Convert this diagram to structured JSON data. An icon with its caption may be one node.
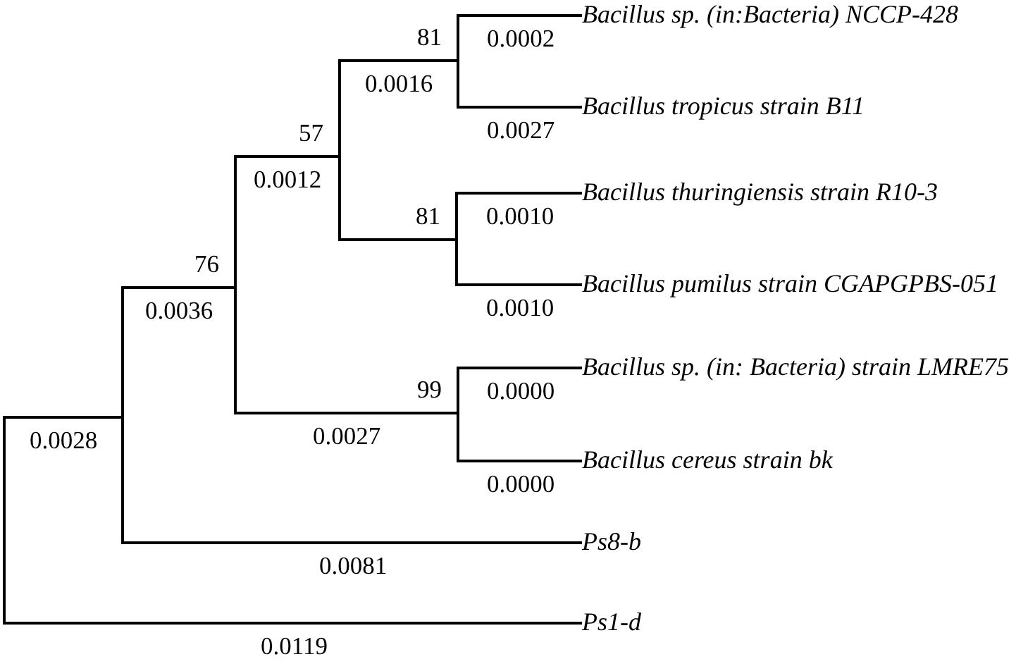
{
  "diagram": {
    "nodes": [
      {
        "text": [],
        "shape": "bar"
      },
      {
        "text": [],
        "shape": "bar"
      },
      {
        "text": [],
        "shape": "bar",
        "beside": [
          "76"
        ]
      },
      {
        "text": [],
        "shape": "bar",
        "beside": [
          "57"
        ]
      },
      {
        "text": [],
        "shape": "bar",
        "beside": [
          "81"
        ]
      },
      {
        "text": [
          "Bacillus sp. (in:Bacteria) NCCP-428"
        ]
      },
      {
        "text": [
          "Bacillus tropicus strain B11"
        ]
      },
      {
        "text": [],
        "shape": "bar",
        "beside": [
          "81"
        ]
      },
      {
        "text": [
          "Bacillus thuringiensis strain R10-3"
        ]
      },
      {
        "text": [
          "Bacillus pumilus strain CGAPGPBS-051"
        ]
      },
      {
        "text": [],
        "shape": "bar",
        "beside": [
          "99"
        ]
      },
      {
        "text": [
          "Bacillus sp. (in: Bacteria) strain LMRE75"
        ]
      },
      {
        "text": [
          "Bacillus cereus strain bk"
        ]
      },
      {
        "text": [
          "Ps8-b"
        ]
      },
      {
        "text": [
          "Ps1-d"
        ]
      }
    ],
    "edges": [
      {
        "from": 0,
        "to": 1,
        "arrow": "none",
        "label": "0.0028"
      },
      {
        "from": 1,
        "to": 2,
        "arrow": "none",
        "label": "0.0036"
      },
      {
        "from": 2,
        "to": 3,
        "arrow": "none",
        "label": "0.0012"
      },
      {
        "from": 3,
        "to": 4,
        "arrow": "none",
        "label": "0.0016"
      },
      {
        "from": 4,
        "to": 5,
        "arrow": "none",
        "label": "0.0002"
      },
      {
        "from": 4,
        "to": 6,
        "arrow": "none",
        "label": "0.0027"
      },
      {
        "from": 3,
        "to": 7,
        "arrow": "none"
      },
      {
        "from": 7,
        "to": 8,
        "arrow": "none",
        "label": "0.0010"
      },
      {
        "from": 7,
        "to": 9,
        "arrow": "none",
        "label": "0.0010"
      },
      {
        "from": 2,
        "to": 10,
        "arrow": "none",
        "label": "0.0027"
      },
      {
        "from": 10,
        "to": 11,
        "arrow": "none",
        "label": "0.0000"
      },
      {
        "from": 10,
        "to": 12,
        "arrow": "none",
        "label": "0.0000"
      },
      {
        "from": 1,
        "to": 13,
        "arrow": "none",
        "label": "0.0081"
      },
      {
        "from": 0,
        "to": 14,
        "arrow": "none",
        "label": "0.0119"
      }
    ]
  }
}
